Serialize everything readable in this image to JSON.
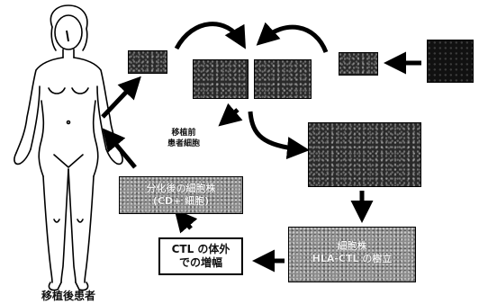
{
  "patient_label": "移植後患者",
  "donor_cells_label_line1": "移植前",
  "donor_cells_label_line2": "患者細胞",
  "ctl_box": {
    "line1": "CTL の体外",
    "line2": "での増幅"
  },
  "monitor_box": {
    "line1": "分化後の細胞株",
    "line2": "(CD+ 細胞)"
  },
  "bottom_right_box": {
    "line1": "細胞株",
    "line2": "HLA-CTL の樹立"
  },
  "colors": {
    "ink": "#000000",
    "background": "#ffffff"
  }
}
